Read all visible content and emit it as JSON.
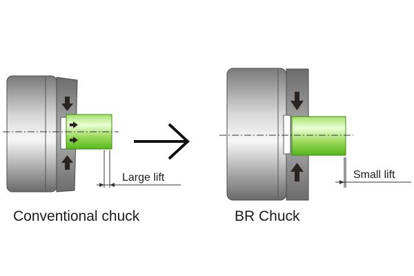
{
  "left_diagram": {
    "caption": "Conventional chuck",
    "lift_label": "Large lift"
  },
  "right_diagram": {
    "caption": "BR Chuck",
    "lift_label": "Small lift"
  },
  "transition_arrow": {
    "icon": "right-arrow-icon"
  },
  "colors": {
    "chuck_body_light": "#f2f2f2",
    "chuck_body_dark": "#6e6e6e",
    "jaw": "#8a8a8a",
    "workpiece_light": "#eaffd0",
    "workpiece_dark": "#5fc21f",
    "arrow": "#2a2422"
  }
}
